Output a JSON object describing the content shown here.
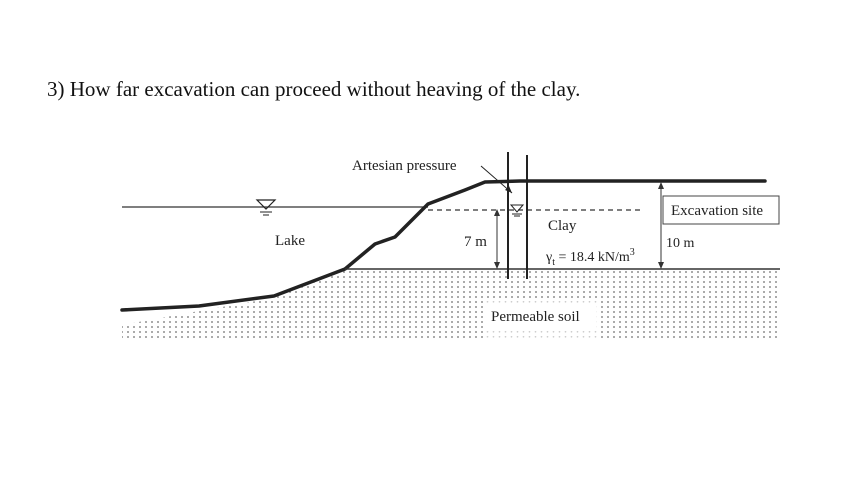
{
  "question": "3) How far excavation can proceed without heaving of the clay.",
  "diagram": {
    "artesian_label": "Artesian pressure",
    "lake_label": "Lake",
    "clay_label": "Clay",
    "unit_weight_symbol": "γ",
    "unit_weight_subscript": "t",
    "unit_weight_value": " = 18.4 kN/m",
    "unit_weight_exp": "3",
    "excavation_label": "Excavation site",
    "clay_depth_label": "10 m",
    "water_head_label": "7 m",
    "permeable_label": "Permeable soil"
  }
}
